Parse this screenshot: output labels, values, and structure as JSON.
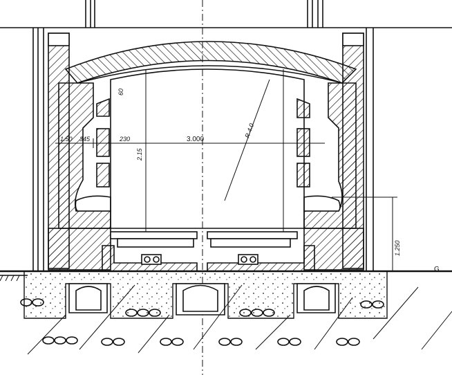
{
  "dimensions": {
    "span": "3.000",
    "radius": "R 4.0",
    "left_offset": "1.50",
    "wall_a": "345",
    "wall_b": "230",
    "height_small": "2.15",
    "height_top": "60",
    "height_right": "1.250"
  },
  "labels": {
    "ground": "G"
  }
}
